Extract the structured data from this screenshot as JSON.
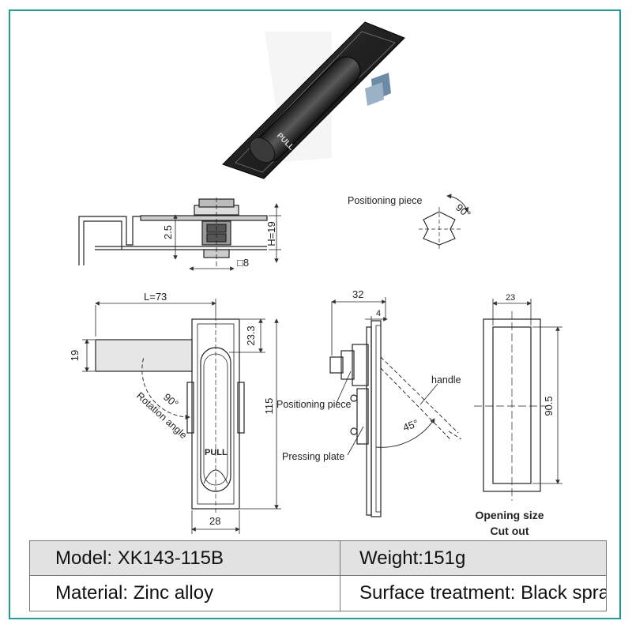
{
  "product": {
    "handle_text": "PULL"
  },
  "side_view": {
    "dim_h": "H=19",
    "dim_2_5": "2.5",
    "dim_square": "□8"
  },
  "positioning_detail": {
    "label": "Positioning piece",
    "angle": "90°"
  },
  "front_view": {
    "dim_L": "L=73",
    "dim_19": "19",
    "dim_23_3": "23.3",
    "dim_115": "115",
    "dim_28": "28",
    "angle": "90°",
    "rotation_label": "Rotation angle",
    "handle_text": "PULL"
  },
  "section_view": {
    "dim_32": "32",
    "dim_4": "4",
    "label_handle": "handle",
    "label_positioning": "Positioning piece",
    "label_pressing": "Pressing plate",
    "angle": "45°"
  },
  "cutout_view": {
    "dim_23": "23",
    "dim_90_5": "90.5",
    "label_line1": "Opening size",
    "label_line2": "Cut out"
  },
  "specs": {
    "model": "Model: XK143-115B",
    "weight": "Weight:151g",
    "material": "Material: Zinc alloy",
    "surface": "Surface treatment: Black spraying"
  },
  "colors": {
    "frame": "#1f9c98",
    "table_header_bg": "#e2e2e2"
  }
}
